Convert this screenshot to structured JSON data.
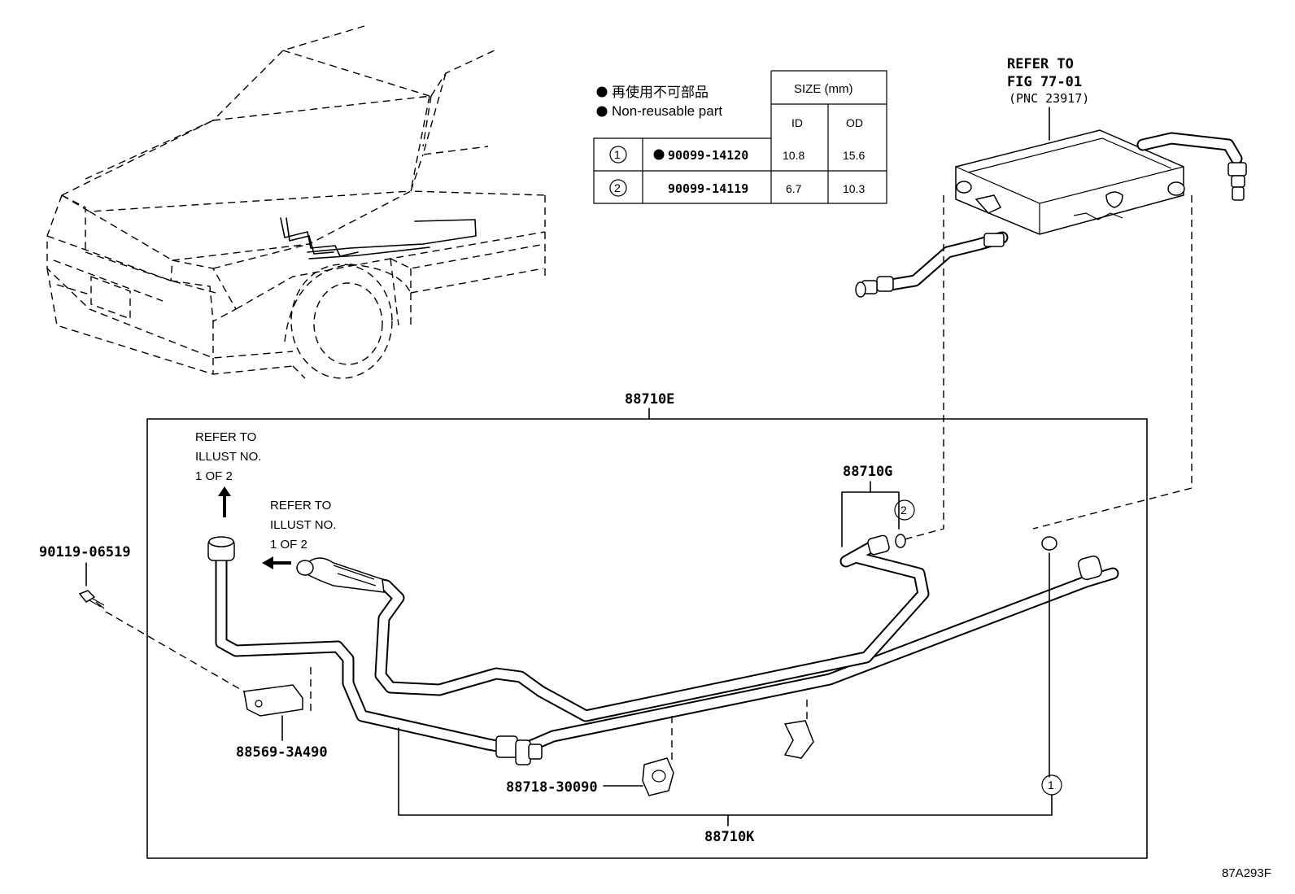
{
  "legend": {
    "bullet_text_jp": "再使用不可部品",
    "bullet_text_en": "Non-reusable part"
  },
  "size_table": {
    "header": "SIZE (mm)",
    "col_id": "ID",
    "col_od": "OD",
    "rows": [
      {
        "ref": "1",
        "non_reusable": true,
        "part_no": "90099-14120",
        "id": "10.8",
        "od": "15.6"
      },
      {
        "ref": "2",
        "non_reusable": false,
        "part_no": "90099-14119",
        "id": "6.7",
        "od": "10.3"
      }
    ]
  },
  "refer_fig": {
    "line1": "REFER TO",
    "line2": "FIG 77-01",
    "line3": "(PNC 23917)"
  },
  "refer_illust_a": {
    "line1": "REFER TO",
    "line2": "ILLUST NO.",
    "line3": "1 OF 2"
  },
  "refer_illust_b": {
    "line1": "REFER TO",
    "line2": "ILLUST NO.",
    "line3": "1 OF 2"
  },
  "parts": {
    "assembly": "88710E",
    "hose_g": "88710G",
    "hose_k": "88710K",
    "bolt": "90119-06519",
    "clamp_a": "88569-3A490",
    "clamp_b": "88718-30090"
  },
  "callouts": {
    "one": "1",
    "two": "2"
  },
  "figure_code": "87A293F"
}
